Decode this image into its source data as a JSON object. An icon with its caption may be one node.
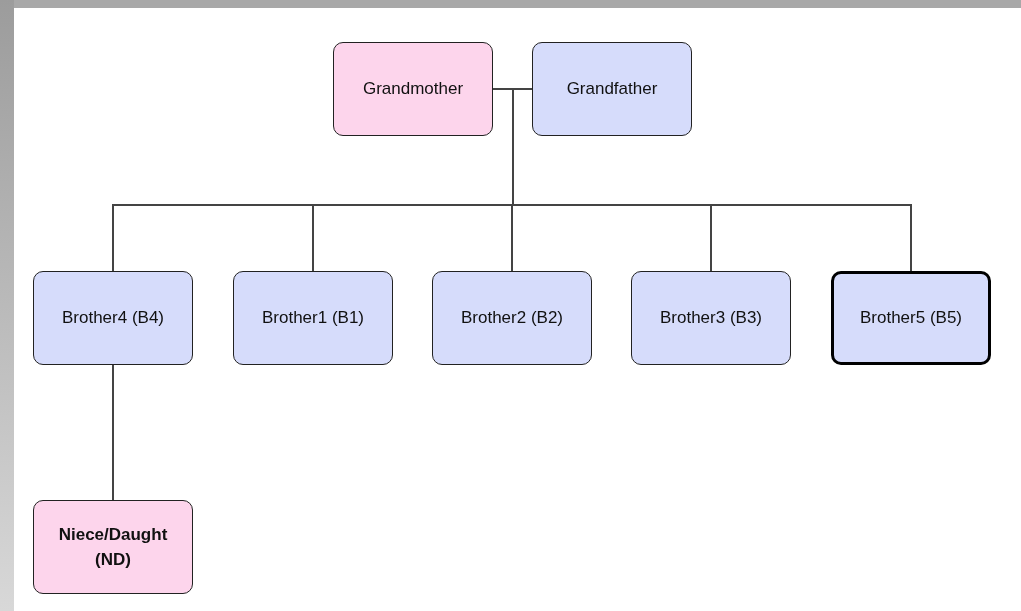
{
  "diagram": {
    "nodes": [
      {
        "text": [
          "Grandmother"
        ]
      },
      {
        "text": [
          "Grandfather"
        ]
      },
      {
        "text": [
          "Brother4 (B4)"
        ]
      },
      {
        "text": [
          "Brother1 (B1)"
        ]
      },
      {
        "text": [
          "Brother2 (B2)"
        ]
      },
      {
        "text": [
          "Brother3 (B3)"
        ]
      },
      {
        "text": [
          "Brother5 (B5)"
        ]
      },
      {
        "text": [
          "Niece/Daught (ND)"
        ]
      }
    ],
    "edges": [
      {
        "from": 0,
        "to": 1,
        "arrow": "none"
      },
      {
        "from": 0,
        "to": 2,
        "arrow": "none"
      },
      {
        "from": 0,
        "to": 3,
        "arrow": "none"
      },
      {
        "from": 0,
        "to": 4,
        "arrow": "none"
      },
      {
        "from": 0,
        "to": 5,
        "arrow": "none"
      },
      {
        "from": 0,
        "to": 6,
        "arrow": "none"
      },
      {
        "from": 1,
        "to": 2,
        "arrow": "none"
      },
      {
        "from": 1,
        "to": 3,
        "arrow": "none"
      },
      {
        "from": 1,
        "to": 4,
        "arrow": "none"
      },
      {
        "from": 1,
        "to": 5,
        "arrow": "none"
      },
      {
        "from": 1,
        "to": 6,
        "arrow": "none"
      },
      {
        "from": 2,
        "to": 7,
        "arrow": "none"
      }
    ]
  }
}
